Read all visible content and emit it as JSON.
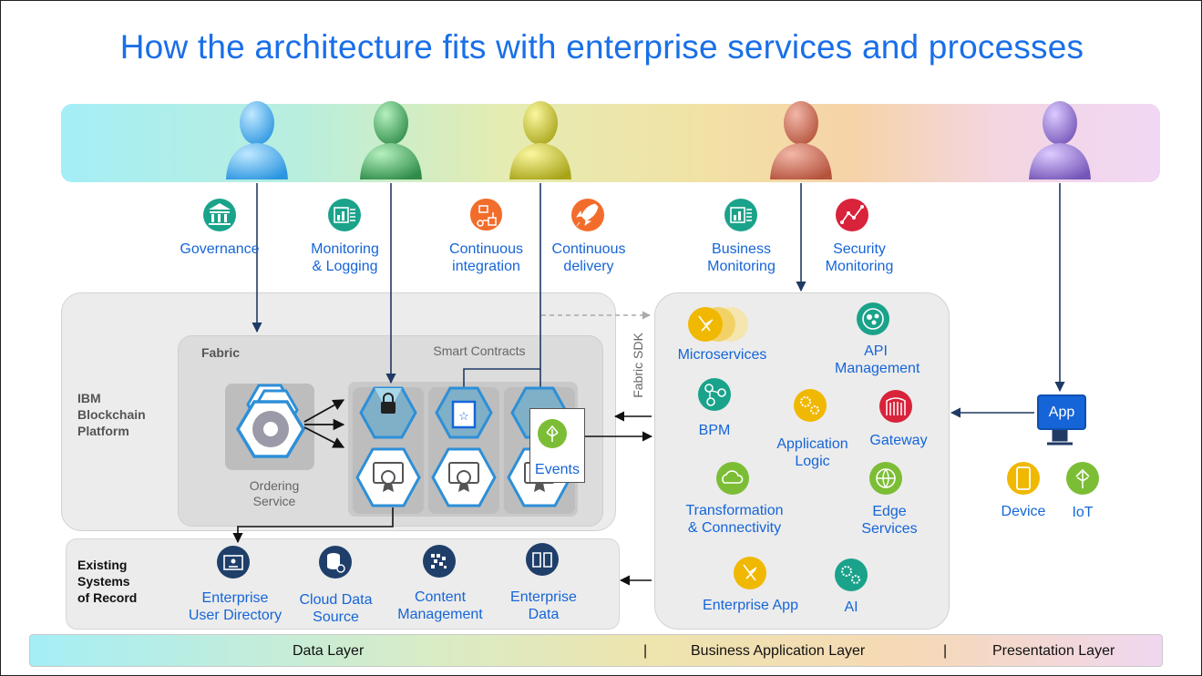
{
  "title": "How the architecture fits with enterprise services and processes",
  "capabilities": {
    "governance": "Governance",
    "monitoring_logging": [
      "Monitoring",
      "& Logging"
    ],
    "continuous_integration": [
      "Continuous",
      "integration"
    ],
    "continuous_delivery": [
      "Continuous",
      "delivery"
    ],
    "business_monitoring": [
      "Business",
      "Monitoring"
    ],
    "security_monitoring": [
      "Security",
      "Monitoring"
    ]
  },
  "ibm": {
    "platform": [
      "IBM",
      "Blockchain",
      "Platform"
    ],
    "fabric": "Fabric",
    "smart_contracts": "Smart Contracts",
    "ordering_service": [
      "Ordering",
      "Service"
    ],
    "fabric_sdk": "Fabric SDK",
    "events": "Events"
  },
  "business": {
    "microservices": "Microservices",
    "api_management": [
      "API",
      "Management"
    ],
    "bpm": "BPM",
    "application_logic": [
      "Application",
      "Logic"
    ],
    "gateway": "Gateway",
    "transformation": [
      "Transformation",
      "& Connectivity"
    ],
    "edge_services": [
      "Edge",
      "Services"
    ],
    "enterprise_app": "Enterprise App",
    "ai": "AI"
  },
  "presentation": {
    "app": "App",
    "device": "Device",
    "iot": "IoT"
  },
  "records": {
    "heading": [
      "Existing",
      "Systems",
      "of Record"
    ],
    "user_directory": [
      "Enterprise",
      "User Directory"
    ],
    "cloud_data": [
      "Cloud Data",
      "Source"
    ],
    "content": [
      "Content",
      "Management"
    ],
    "enterprise_data": [
      "Enterprise",
      "Data"
    ]
  },
  "layers": {
    "data": "Data Layer",
    "separator": "|",
    "business": "Business Application Layer",
    "presentation": "Presentation Layer"
  },
  "colors": {
    "title": "#1a6fe8",
    "person_blue": "#2ea7f0",
    "person_green": "#3aa85a",
    "person_yellow": "#c9c526",
    "person_red": "#c8604a",
    "person_purple": "#8a67c8",
    "teal": "#1aa38a",
    "orange": "#f26d2b",
    "red": "#d8233b",
    "yellow": "#f0b800",
    "navy": "#1f3f6a",
    "lime": "#7cbd36",
    "arrow": "#1f3a64"
  }
}
